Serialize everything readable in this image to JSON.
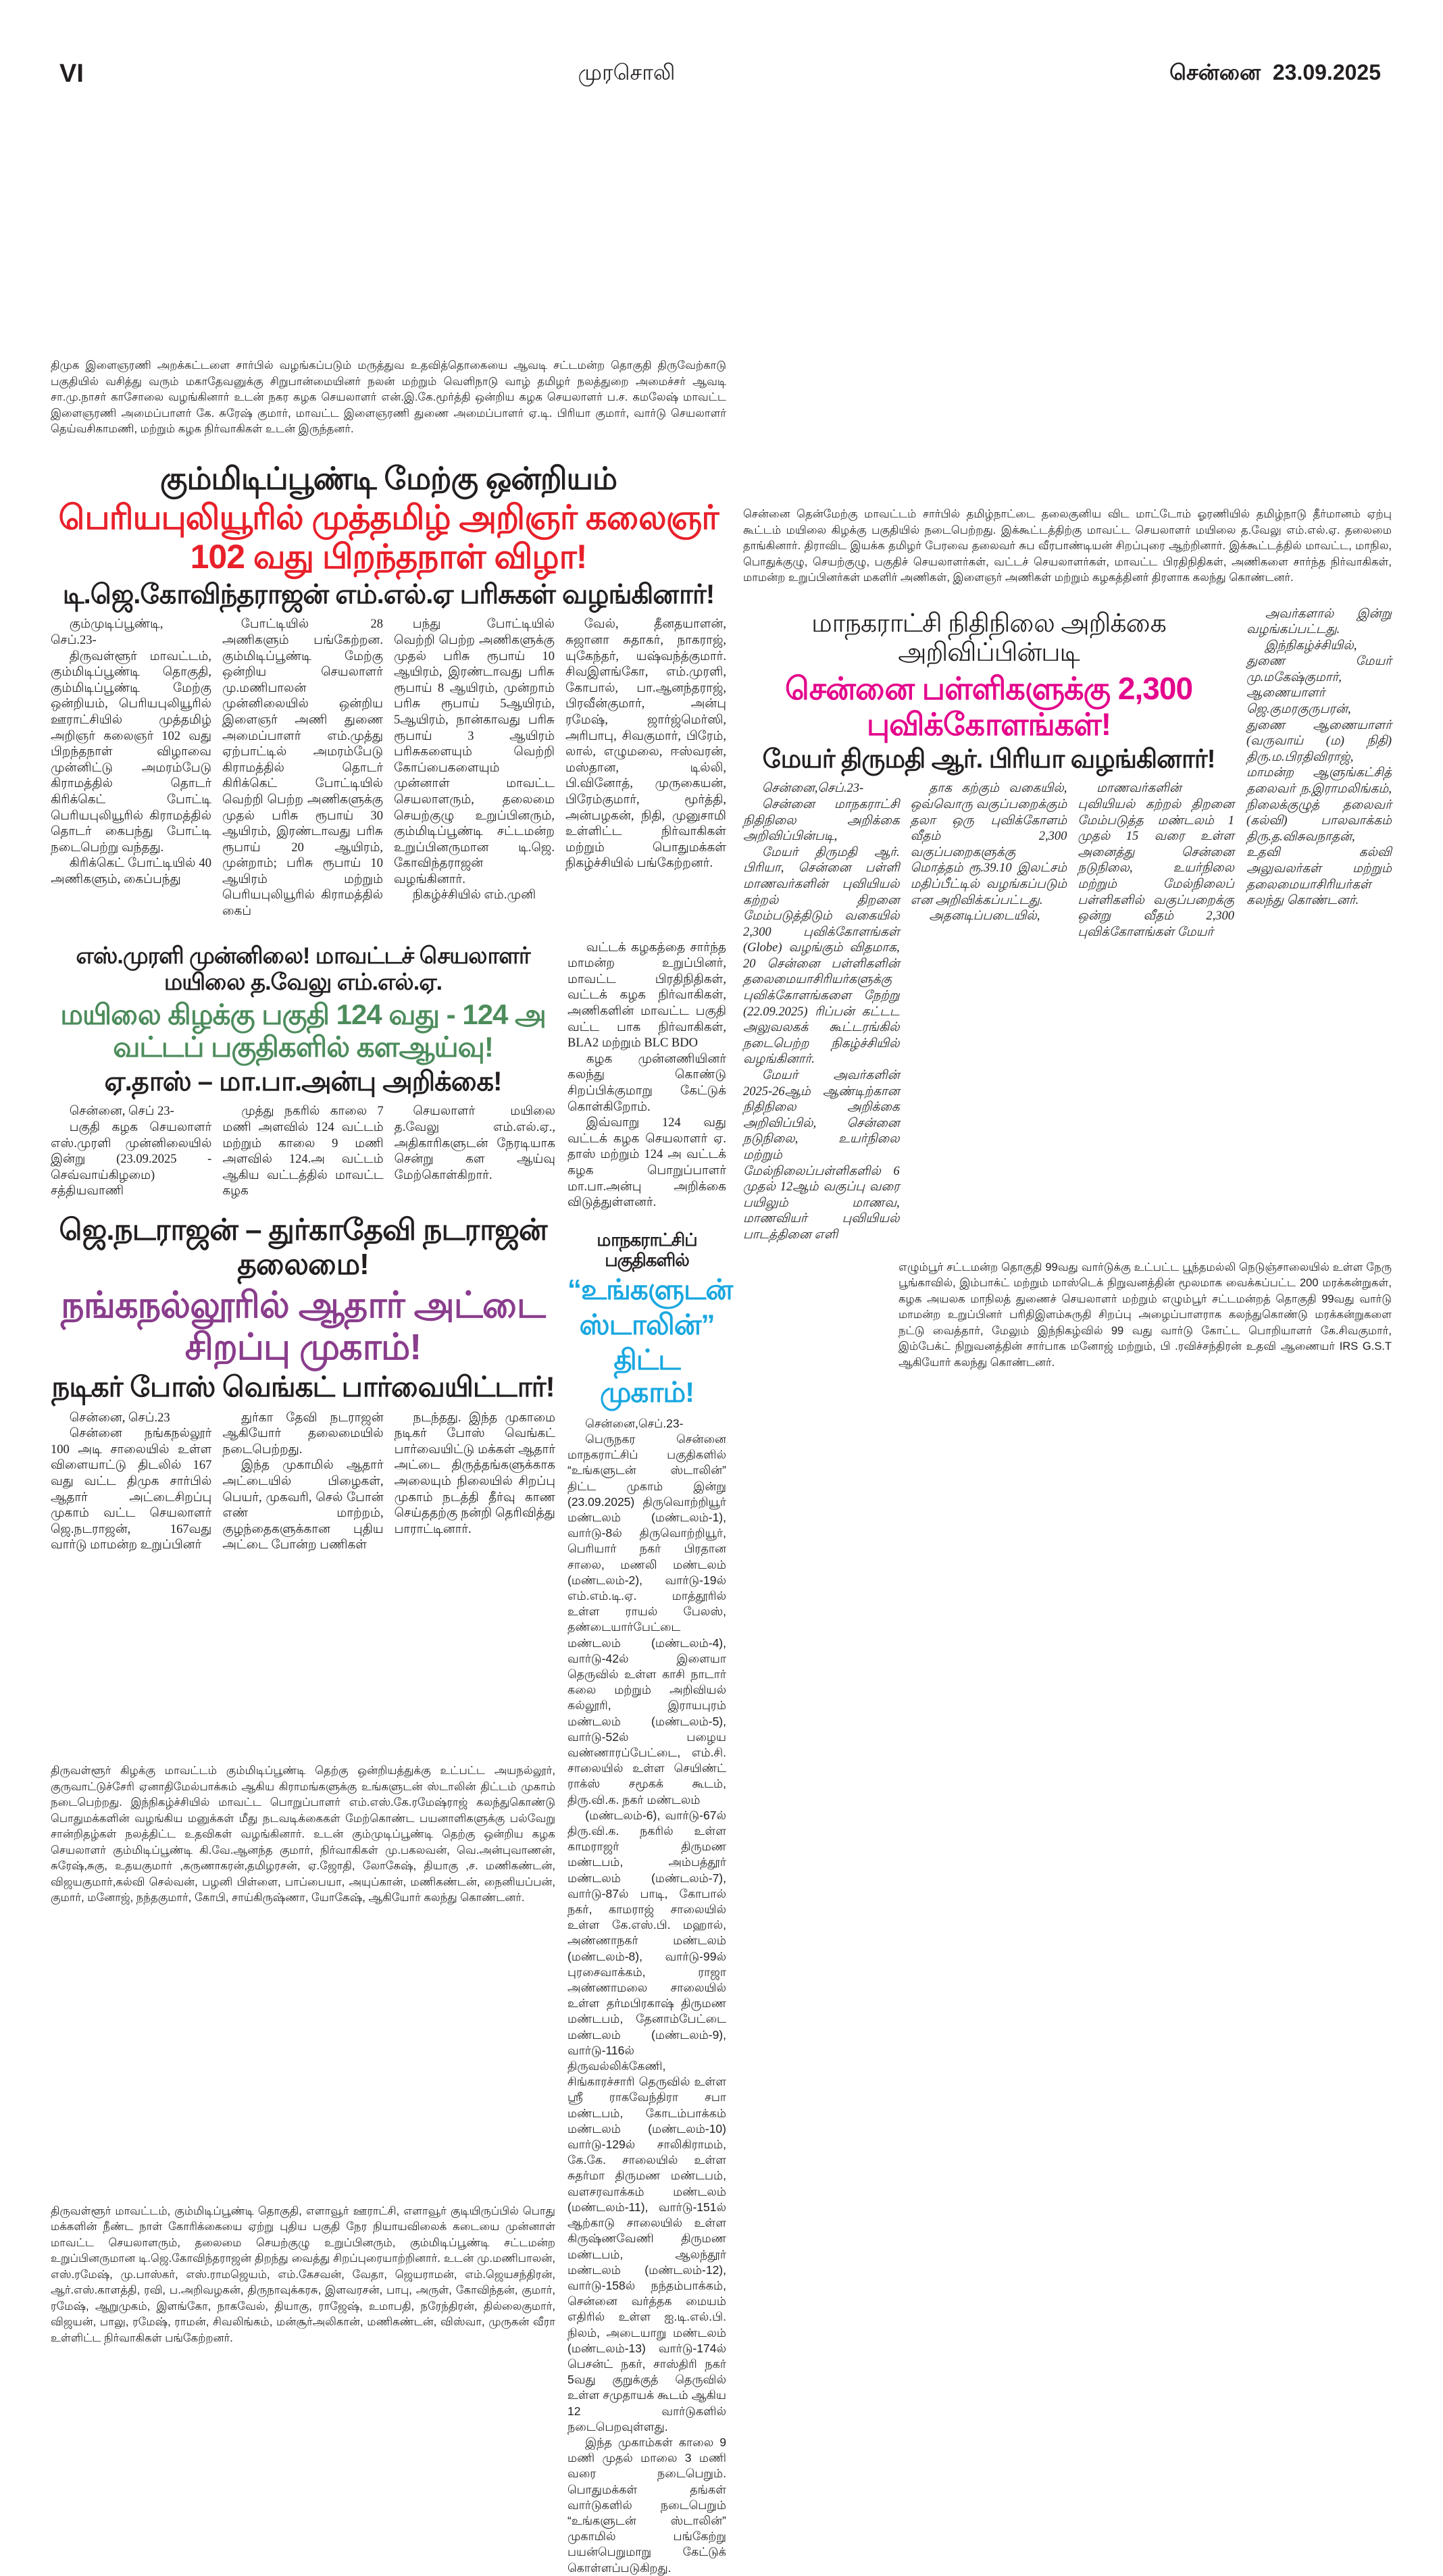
{
  "header": {
    "page_number": "VI",
    "paper_name": "முரசொலி",
    "city": "சென்னை",
    "date": "23.09.2025"
  },
  "caption_top_left": "திமுக இளைஞரணி அறக்கட்டளை சார்பில் வழங்கப்படும் மருத்துவ உதவித்தொகையை ஆவடி சட்டமன்ற தொகுதி திருவேற்காடு பகுதியில் வசித்து வரும் மகாதேவனுக்கு சிறுபான்மையினர் நலன் மற்றும் வெளிநாடு வாழ் தமிழர் நலத்துறை அமைச்சர் ஆவடி சா.மு.நாசர் காசோலை வழங்கினார் உடன் நகர கழக செயலாளர் என்.இ.கே.மூர்த்தி ஒன்றிய கழக செயலாளர் ப.ச. கமலேஷ் மாவட்ட இளைஞரணி அமைப்பாளர் கே. சுரேஷ் குமார், மாவட்ட இளைஞரணி துணை அமைப்பாளர் ஏ.டி. பிரியா குமார், வார்டு செயலாளர் தெய்வசிகாமணி, மற்றும் கழக நிர்வாகிகள் உடன் இருந்தனர்.",
  "story1": {
    "kicker": "கும்மிடிப்பூண்டி மேற்கு ஒன்றியம்",
    "headline": "பெரியபுலியூரில் முத்தமிழ் அறிஞர் கலைஞர் 102 வது பிறந்தநாள் விழா!",
    "subheadline": "டி.ஜெ.கோவிந்தராஜன் எம்.எல்.ஏ பரிசுகள் வழங்கினார்!",
    "columns": [
      [
        "கும்முடிப்பூண்டி, செப்.23-",
        "திருவள்ளூர் மாவட்டம், கும்மிடிப்பூண்டி தொகுதி, கும்மிடிப்பூண்டி மேற்கு ஒன்றியம், பெரியபுலியூரில் ஊராட்சியில் முத்தமிழ் அறிஞர் கலைஞர் 102 வது பிறந்தநாள் விழாவை முன்னிட்டு அமரம்பேடு கிராமத்தில் தொடர் கிரிக்கெட் போட்டி பெரியபுலியூரில் கிராமத்தில் தொடர் கைபந்து போட்டி நடைபெற்று வந்தது.",
        "கிரிக்கெட் போட்டியில் 40 அணிகளும், கைப்பந்து"
      ],
      [
        "போட்டியில் 28 அணிகளும் பங்கேற்றன. கும்மிடிப்பூண்டி மேற்கு ஒன்றிய செயலாளர் மு.மணிபாலன் முன்னிலையில் ஒன்றிய இளைஞர் அணி துணை அமைப்பாளர் எம்.முத்து ஏற்பாட்டில் அமரம்பேடு கிராமத்தில் தொடர் கிரிக்கெட் போட்டியில் வெற்றி பெற்ற அணிகளுக்கு முதல் பரிசு ரூபாய் 30 ஆயிரம், இரண்டாவது பரிசு ரூபாய் 20 ஆயிரம், முன்றாம்; பரிசு ரூபாய் 10 ஆயிரம் மற்றும் பெரியபுலியூரில் கிராமத்தில் கைப்"
      ],
      [
        "பந்து போட்டியில் வெற்றி பெற்ற அணிகளுக்கு முதல் பரிசு ரூபாய் 10 ஆயிரம், இரண்டாவது பரிசு ரூபாய் 8 ஆயிரம், முன்றாம் பரிசு ரூபாய் 5ஆயிரம், 5ஆயிரம், நான்காவது பரிசு ரூபாய் 3 ஆயிரம் பரிசுகளையும் வெற்றி கோப்பைகளையும் முன்னாள் மாவட்ட செயலாளரும், தலைமை செயற்குழு உறுப்பினரும், கும்மிடிப்பூண்டி சட்டமன்ற உறுப்பினருமான டி.ஜெ. கோவிந்தராஜன் வழங்கினார்.",
        "நிகழ்ச்சியில் எம்.முனி"
      ],
      [
        "வேல், தீனதயாளன், சுஜானா சுதாகர், நாகராஜ், யுகேந்தர், யஷ்வந்த்குமார். சிவஇளங்கோ, எம்.முரளி, கோபால், பா.ஆனந்தராஜ், பிரவீன்குமார், அன்பு ரமேஷ், ஜார்ஜ்மெர்ஸி, அரிபாபு, சிவகுமார், பிரேம், லால், எழுமலை, ஈஸ்வரன், மஸ்தான, டில்லி, பி.வினோத், முருகையன், பிரேம்குமார், மூர்த்தி, அன்பழகன், நிதி, முனுசாமி உள்ளிட்ட நிர்வாகிகள் மற்றும் பொதுமக்கள் நிகழ்ச்சியில் பங்கேற்றனர்."
      ]
    ]
  },
  "story2": {
    "kicker": "எஸ்.முரளி முன்னிலை! மாவட்டச் செயலாளர் மயிலை த.வேலு எம்.எல்.ஏ.",
    "headline": "மயிலை கிழக்கு பகுதி 124 வது - 124 அ வட்டப் பகுதிகளில் களஆய்வு!",
    "subheadline": "ஏ.தாஸ் – மா.பா.அன்பு அறிக்கை!",
    "columns": [
      [
        "சென்னை, செப் 23-",
        "பகுதி கழக செயலாளர் எஸ்.முரளி முன்னிலையில் இன்று (23.09.2025 - செவ்வாய்கிழமை) சத்தியவாணி"
      ],
      [
        "முத்து நகரில் காலை 7 மணி அளவில் 124 வட்டம் மற்றும் காலை 9 மணி அளவில் 124.அ வட்டம் ஆகிய வட்டத்தில் மாவட்ட கழக"
      ],
      [
        "செயலாளர் மயிலை த.வேலு எம்.எல்.ஏ., அதிகாரிகளுடன் நேரடியாக சென்று கள ஆய்வு மேற்கொள்கிறார்."
      ],
      [
        "வட்டக் கழகத்தை சார்ந்த மாமன்ற உறுப்பினர், மாவட்ட பிரதிநிதிகள், வட்டக் கழக நிர்வாகிகள், அணிகளின் மாவட்ட பகுதி வட்ட பாக நிர்வாகிகள், BLA2 மற்றும் BLC BDO",
        "கழக முன்னணியினர் கலந்து கொண்டு சிறப்பிக்குமாறு கேட்டுக் கொள்கிறோம்.",
        "இவ்வாறு 124 வது வட்டக் கழக செயலாளர் ஏ. தாஸ் மற்றும் 124 அ வட்டக் கழக பொறுப்பாளர் மா.பா.அன்பு அறிக்கை விடுத்துள்ளனர்."
      ]
    ]
  },
  "story3": {
    "kicker": "ஜெ.நடராஜன் – துர்காதேவி நடராஜன் தலைமை!",
    "headline": "நங்கநல்லூரில் ஆதார் அட்டை சிறப்பு முகாம்!",
    "subheadline": "நடிகர் போஸ் வெங்கட் பார்வையிட்டார்!",
    "columns": [
      [
        "சென்னை, செப்.23",
        "சென்னை நங்கநல்லூர் 100 அடி சாலையில் உள்ள விளையாட்டு திடலில் 167 வது வட்ட திமுக சார்பில் ஆதார் அட்டைசிறப்பு முகாம் வட்ட செயலாளர் ஜெ.நடராஜன், 167வது வார்டு மாமன்ற உறுப்பினர்"
      ],
      [
        "துர்கா தேவி நடராஜன் ஆகியோர் தலைமையில் நடைபெற்றது.",
        "இந்த முகாமில் ஆதார் அட்டையில் பிழைகள், பெயர், முகவரி, செல் போன் எண் மாற்றம், குழந்தைகளுக்கான புதிய அட்டை போன்ற பணிகள்"
      ],
      [
        "நடந்தது. இந்த முகாமை நடிகர் போஸ் வெங்கட் பார்வையிட்டு மக்கள் ஆதார் அட்டை திருத்தங்களுக்காக அலையும் நிலையில் சிறப்பு முகாம் நடத்தி தீர்வு காண செய்ததற்கு நன்றி தெரிவித்து பாராட்டினார்."
      ]
    ]
  },
  "story4": {
    "kicker": "மாநகராட்சிப் பகுதிகளில்",
    "headline_line1": "“உங்களுடன்",
    "headline_line2": "ஸ்டாலின்”",
    "headline_line3": "திட்ட முகாம்!",
    "paragraphs": [
      "சென்னை,செப்.23-",
      "பெருநகர சென்னை மாநகராட்சிப் பகுதிகளில் “உங்களுடன் ஸ்டாலின்” திட்ட முகாம் இன்று (23.09.2025) திருவொற்றியூர் மண்டலம் (மண்டலம்-1), வார்டு-8ல் திருவொற்றியூர், பெரியார் நகர் பிரதான சாலை, மணலி மண்டலம் (மண்டலம்-2), வார்டு-19ல் எம்.எம்.டி.ஏ. மாத்தூரில் உள்ள ராயல் பேலஸ், தண்டையார்பேட்டை மண்டலம் (மண்டலம்-4), வார்டு-42ல் இளையா தெருவில் உள்ள காசி நாடார் கலை மற்றும் அறிவியல் கல்லூரி, இராயபுரம் மண்டலம் (மண்டலம்-5), வார்டு-52ல் பழைய வண்ணாரப்பேட்டை, எம்.சி. சாலையில் உள்ள செயிண்ட் ராக்ஸ் சமூகக் கூடம், திரு.வி.க. நகர் மண்டலம்",
      "(மண்டலம்-6), வார்டு-67ல் திரு.வி.க. நகரில் உள்ள காமராஜர் திருமண மண்டபம், அம்பத்தூர் மண்டலம் (மண்டலம்-7), வார்டு-87ல் பாடி, கோபால் நகர், காமராஜ் சாலையில் உள்ள கே.எஸ்.பி. மஹால், அண்ணாநகர் மண்டலம் (மண்டலம்-8), வார்டு-99ல் புரசைவாக்கம், ராஜா அண்ணாமலை சாலையில் உள்ள தர்மபிரகாஷ் திருமண மண்டபம், தேனாம்பேட்டை மண்டலம் (மண்டலம்-9), வார்டு-116ல் திருவல்லிக்கேணி, சிங்காரச்சாரி தெருவில் உள்ள ஸ்ரீ ராகவேந்திரா சபா மண்டபம், கோடம்பாக்கம் மண்டலம் (மண்டலம்-10) வார்டு-129ல் சாலிகிராமம், கே.கே. சாலையில் உள்ள சுதர்மா திருமண மண்டபம், வளசரவாக்கம் மண்டலம் (மண்டலம்-11), வார்டு-151ல் ஆற்காடு சாலையில் உள்ள கிருஷ்ணவேணி திருமண மண்டபம், ஆலந்தூர் மண்டலம் (மண்டலம்-12), வார்டு-158ல் நந்தம்பாக்கம், சென்னை வர்த்தக மையம் எதிரில் உள்ள ஐ.டி.எல்.பி. நிலம், அடையாறு மண்டலம் (மண்டலம்-13) வார்டு-174ல் பெசன்ட் நகர், சாஸ்திரி நகர் 5வது குறுக்குத் தெருவில் உள்ள சமுதாயக் கூடம் ஆகிய 12 வார்டுகளில் நடைபெறவுள்ளது.",
      "இந்த முகாம்கள் காலை 9 மணி முதல் மாலை 3 மணி வரை நடைபெறும். பொதுமக்கள் தங்கள் வார்டுகளில் நடைபெறும் “உங்களுடன் ஸ்டாலின்” முகாமில் பங்கேற்று பயன்பெறுமாறு கேட்டுக் கொள்ளப்படுகிறது."
    ]
  },
  "caption_top_right": "சென்னை தென்மேற்கு மாவட்டம் சார்பில் தமிழ்நாட்டை தலைகுனிய விட மாட்டோம் ஓரணியில் தமிழ்நாடு தீர்மானம் ஏற்பு கூட்டம் மயிலை கிழக்கு பகுதியில் நடைபெற்றது. இக்கூட்டத்திற்கு மாவட்ட செயலாளர் மயிலை த.வேலு எம்.எல்.ஏ. தலைமை தாங்கினார். திராவிட இயக்க தமிழர் பேரவை தலைவர் சுப வீரபாண்டியன் சிறப்புரை ஆற்றினார். இக்கூட்டத்தில் மாவட்ட, மாநில, பொதுக்குழு, செயற்குழு, பகுதிச் செயலாளர்கள், வட்டச் செயலாளர்கள், மாவட்ட பிரதிநிதிகள், அணிகளை சார்ந்த நிர்வாகிகள், மாமன்ற உறுப்பினர்கள் மகளிர் அணிகள், இளைஞர் அணிகள் மற்றும் கழகத்தினர் திரளாக கலந்து கொண்டனர்.",
  "story5": {
    "kicker": "மாநகராட்சி நிதிநிலை அறிக்கை அறிவிப்பின்படி",
    "headline": "சென்னை பள்ளிகளுக்கு 2,300 புவிக்கோளங்கள்!",
    "subheadline": "மேயர் திருமதி ஆர். பிரியா வழங்கினார்!",
    "columns": [
      [
        "சென்னை,செப்.23-",
        "சென்னை மாநகராட்சி நிதிநிலை அறிக்கை அறிவிப்பின்படி,",
        "மேயர் திருமதி ஆர். பிரியா, சென்னை பள்ளி மாணவர்களின் புவியியல் கற்றல் திறனை மேம்படுத்திடும் வகையில் 2,300 புவிக்கோளங்கள் (Globe) வழங்கும் விதமாக, 20 சென்னை பள்ளிகளின் தலைமையாசிரியர்களுக்கு புவிக்கோளங்களை நேற்று (22.09.2025) ரிப்பன் கட்டட அலுவலகக் கூட்டரங்கில் நடைபெற்ற நிகழ்ச்சியில் வழங்கினார்.",
        "மேயர் அவர்களின் 2025-26ஆம் ஆண்டிற்கான நிதிநிலை அறிக்கை அறிவிப்பில், சென்னை நடுநிலை, உயர்நிலை மற்றும் மேல்நிலைப்பள்ளிகளில் 6 முதல் 12ஆம் வகுப்பு வரை பயிலும் மாணவ, மாணவியர் புவியியல் பாடத்தினை எளி"
      ],
      [
        "தாக கற்கும் வகையில், ஒவ்வொரு வகுப்பறைக்கும் தலா ஒரு புவிக்கோளம் வீதம் 2,300 வகுப்பறைகளுக்கு மொத்தம் ரூ.39.10 இலட்சம் மதிப்பீட்டில் வழங்கப்படும் என அறிவிக்கப்பட்டது.",
        "அதனடிப்படையில்,"
      ],
      [
        "மாணவர்களின் புவியியல் கற்றல் திறனை மேம்படுத்த மண்டலம் 1 முதல் 15 வரை உள்ள அனைத்து சென்னை நடுநிலை, உயர்நிலை மற்றும் மேல்நிலைப் பள்ளிகளில் வகுப்பறைக்கு ஒன்று வீதம் 2,300 புவிக்கோளங்கள் மேயர்"
      ],
      [
        "அவர்களால் இன்று வழங்கப்பட்டது.",
        "இந்நிகழ்ச்சியில், துணை மேயர் மு.மகேஷ்குமார், ஆணையாளர் ஜெ.குமரகுருபரன், துணை ஆணையாளர் (வருவாய் (ம) நிதி) திரு.ம.பிரதிவிராஜ், மாமன்ற ஆளுங்கட்சித் தலைவர் ந.இராமலிங்கம், நிலைக்குழுத் தலைவர் (கல்வி) பாலவாக்கம் திரு.த.விசுவநாதன், உதவி கல்வி அலுவலர்கள் மற்றும் தலைமையாசிரியர்கள் கலந்து கொண்டனர்."
      ]
    ]
  },
  "caption_mid_right": "எழும்பூர் சட்டமன்ற தொகுதி 99வது வார்டுக்கு உட்பட்ட பூந்தமல்லி நெடுஞ்சாலையில் உள்ள நேரு பூங்காவில், இம்பாக்ட் மற்றும் மாஸ்டெக் நிறுவனத்தின் மூலமாக வைக்கப்பட்ட 200 மரக்கன்றுகள், கழக அயலக மாநிலத் துணைச் செயலாளர் மற்றும் எழும்பூர் சட்டமன்றத் தொகுதி 99வது வார்டு மாமன்ற உறுப்பினர் பரிதிஇளம்சுருதி சிறப்பு அழைப்பாளராக கலந்துகொண்டு மரக்கன்றுகளை நட்டு வைத்தார், மேலும் இந்நிகழ்வில் 99 வது வார்டு கோட்ட பொறியாளர் கே.சிவகுமார், இம்பேக்ட் நிறுவனத்தின் சார்பாக மனோஜ் மற்றும், பி .ரவிச்சந்திரன் உதவி ஆணையர் IRS G.S.T ஆகியோர் கலந்து கொண்டனர்.",
  "caption_bottom_left_1": "திருவள்ளூர் கிழக்கு மாவட்டம் கும்மிடிப்பூண்டி தெற்கு ஒன்றியத்துக்கு உட்பட்ட அயநல்லூர், குருவாட்டுச்சேரி ஏனாதிமேல்பாக்கம் ஆகிய கிராமங்களுக்கு உங்களுடன் ஸ்டாலின் திட்டம் முகாம் நடைபெற்றது. இந்நிகழ்ச்சியில் மாவட்ட பொறுப்பாளர் எம்.எஸ்.கே.ரமேஷ்ராஜ் கலந்துகொண்டு பொதுமக்களின் வழங்கிய மனுக்கள் மீது நடவடிக்கைகள் மேற்கொண்ட பயனாளிகளுக்கு பல்வேறு சான்றிதழ்கள் நலத்திட்ட உதவிகள் வழங்கினார். உடன் கும்முடிப்பூண்டி தெற்கு ஒன்றிய கழக செயலாளர் கும்மிடிப்பூண்டி கி.வே.ஆனந்த குமார், நிர்வாகிகள் மு.பகலவன், வெ.அன்புவாணன், சுரேஷ்,சுகு, உதயகுமார் ,கருணாகரன்,தமிழரசன், ஏ.ஜோதி, லோகேஷ், தியாகு ,ச. மணிகண்டன், விஜயகுமார்,கல்வி செல்வன், பழனி பிள்ளை, பாப்பையா, அயுப்கான், மணிகண்டன், நைனியப்பன், குமார், மனோஜ், நந்தகுமார், கோபி, சாய்கிருஷ்ணா, யோகேஷ், ஆகியோர் கலந்து கொண்டனர்.",
  "caption_bottom_left_2": "திருவள்ளூர் மாவட்டம், கும்மிடிப்பூண்டி தொகுதி, எளாவூர் ஊராட்சி, எளாவூர் குடியிருப்பில் பொது மக்களின் நீண்ட நாள் கோரிக்கையை ஏற்று புதிய பகுதி நேர நியாயவிலைக் கடையை முன்னாள் மாவட்ட செயலாளரும், தலைமை செயற்குழு உறுப்பினரும், கும்மிடிப்பூண்டி சட்டமன்ற உறுப்பினருமான டி.ஜெ.கோவிந்தராஜன் திறந்து வைத்து சிறப்புரையாற்றினார். உடன் மு.மணிபாலன், எஸ்.ரமேஷ், மு.பாஸ்கர், எஸ்.ராமஜெயம், எம்.கேசவன், வேதா, ஜெயராமன், எம்.ஜெயசந்திரன், ஆர்.எஸ்.காளத்தி, ரவி, ப.அறிவழகன், திருநாவுக்கரசு, இளவரசன், பாபு, அருள், கோவிந்தன், குமார், ரமேஷ், ஆறுமுகம், இளங்கோ, நாகவேல், தியாகு, ராஜேஷ், உமாபதி, நரேந்திரன், தில்லைகுமார், விஜயன், பாலு, ரமேஷ், ராமன், சிவலிங்கம், மன்சூர்அலிகான், மணிகண்டன், விஸ்வா, முருகன் வீரா உள்ளிட்ட நிர்வாகிகள் பங்கேற்றனர்.",
  "colors": {
    "red": "#e8202a",
    "green": "#4d8c5c",
    "purple": "#8a3d8c",
    "pink": "#e4068c",
    "blue": "#19a7e0",
    "text": "#231f20"
  }
}
